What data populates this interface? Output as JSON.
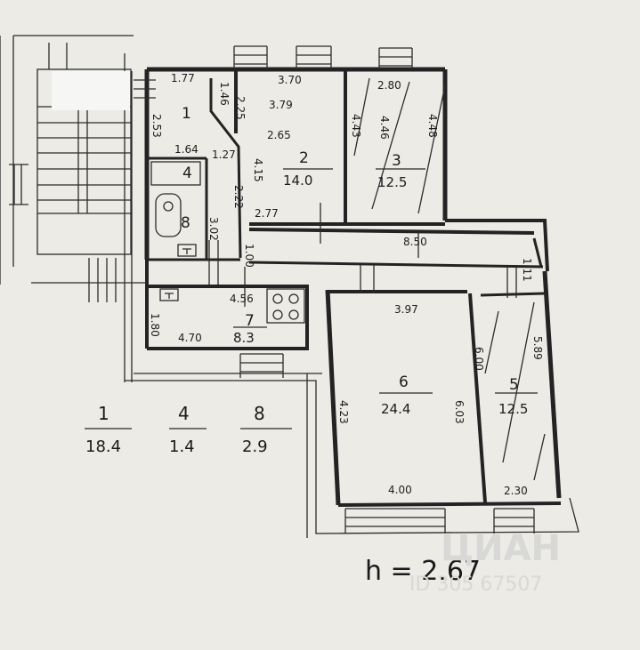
{
  "rooms": [
    {
      "num": "1",
      "area": ""
    },
    {
      "num": "2",
      "area": "14.0"
    },
    {
      "num": "3",
      "area": "12.5"
    },
    {
      "num": "4",
      "area": ""
    },
    {
      "num": "5",
      "area": "12.5"
    },
    {
      "num": "6",
      "area": "24.4"
    },
    {
      "num": "7",
      "area": "8.3"
    },
    {
      "num": "8",
      "area": ""
    }
  ],
  "dimensions": [
    "1.77",
    "1.46",
    "2.25",
    "3.70",
    "3.79",
    "2.65",
    "4.43",
    "2.80",
    "4.46",
    "4.48",
    "2.53",
    "1.64",
    "1.27",
    "4.15",
    "2.22",
    "3.02",
    "1.00",
    "2.77",
    "8.50",
    "1.11",
    "4.56",
    "1.80",
    "4.70",
    "3.97",
    "4.23",
    "6.03",
    "6.00",
    "5.89",
    "4.00",
    "2.30"
  ],
  "legend": [
    {
      "num": "1",
      "area": "18.4"
    },
    {
      "num": "4",
      "area": "1.4"
    },
    {
      "num": "8",
      "area": "2.9"
    }
  ],
  "ceiling_height": "h = 2.67",
  "watermark": {
    "brand": "ЦИАН",
    "id": "ID 305 67507"
  },
  "colors": {
    "paper": "#ecebe6",
    "ink": "#232323"
  }
}
